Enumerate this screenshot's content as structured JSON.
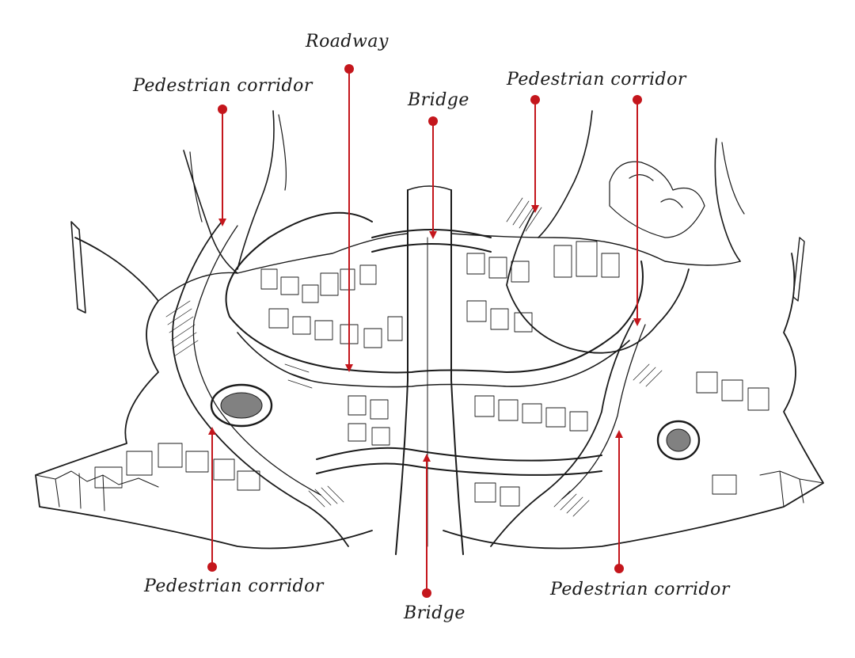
{
  "labels": {
    "roadway": "Roadway",
    "ped_top_left": "Pedestrian corridor",
    "bridge_top": "Bridge",
    "ped_top_right": "Pedestrian corridor",
    "ped_bottom_left": "Pedestrian corridor",
    "bridge_bottom": "Bridge",
    "ped_bottom_right": "Pedestrian corridor"
  },
  "colors": {
    "leader": "#c4161c",
    "sketch": "#1a1a1a",
    "background": "#ffffff"
  }
}
